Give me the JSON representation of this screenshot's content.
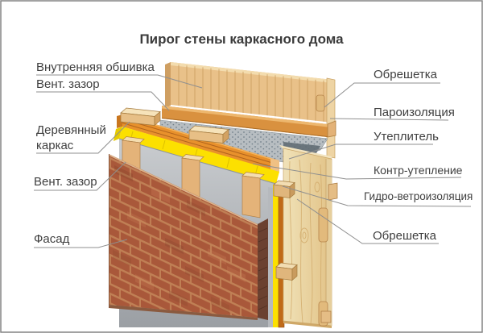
{
  "page": {
    "background": "#ffffff",
    "border_color": "#848484"
  },
  "title": "Пирог стены каркасного дома",
  "diagram": {
    "left_labels": [
      {
        "id": "inner-cladding",
        "lines": [
          "Внутренняя обшивка"
        ]
      },
      {
        "id": "vent-gap-top",
        "lines": [
          "Вент. зазор"
        ]
      },
      {
        "id": "wooden-frame",
        "lines": [
          "Деревянный",
          "каркас"
        ]
      },
      {
        "id": "vent-gap-bottom",
        "lines": [
          "Вент. зазор"
        ]
      },
      {
        "id": "facade",
        "lines": [
          "Фасад"
        ]
      }
    ],
    "right_labels": [
      {
        "id": "lathing-top",
        "lines": [
          "Обрешетка"
        ]
      },
      {
        "id": "vapor-barrier",
        "lines": [
          "Пароизоляция"
        ]
      },
      {
        "id": "insulation",
        "lines": [
          "Утеплитель"
        ]
      },
      {
        "id": "counter-insulation",
        "lines": [
          "Контр-утепление"
        ]
      },
      {
        "id": "hydro-wind-barrier",
        "lines": [
          "Гидро-ветроизоляция"
        ]
      },
      {
        "id": "lathing-bottom",
        "lines": [
          "Обрешетка"
        ]
      }
    ],
    "colors": {
      "title_text": "#3b3b3b",
      "label_text": "#3f3f3f",
      "leader_line": "#8f8f8f",
      "plank_wood": "#e9c189",
      "batten_wood": "#d9913f",
      "vapor_membrane": "#b7bdc1",
      "membrane_dot": "#72808a",
      "frame_board_orange": "#e8912c",
      "counter_insulation_yellow": "#fce000",
      "wind_membrane_gray": "#b6b9bd",
      "stud_wood": "#e4b379",
      "brick": "#a9583a",
      "brick_mortar": "#c08055",
      "insulation_panel": "#e9d3a2"
    }
  }
}
